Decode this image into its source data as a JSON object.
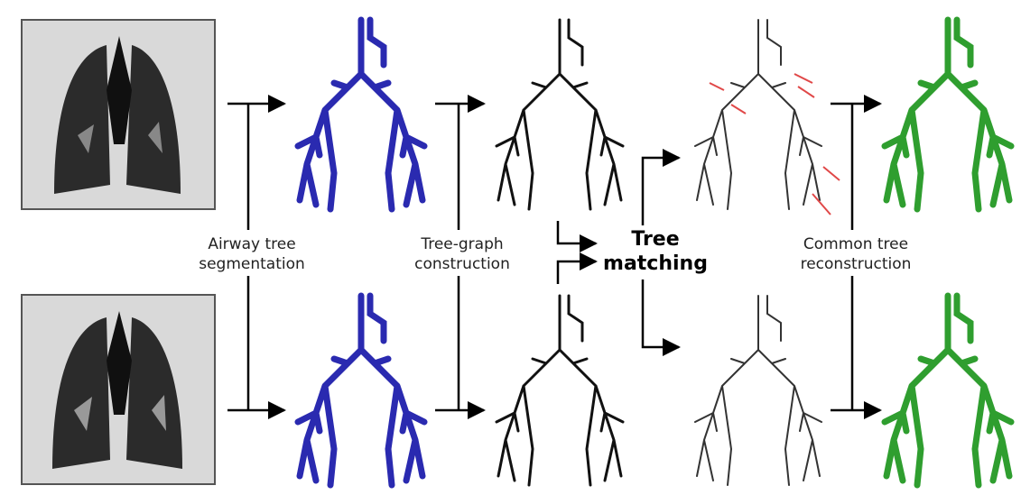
{
  "banner": {
    "fragment_text": "",
    "link_text": ""
  },
  "labels": {
    "segmentation_line1": "Airway tree",
    "segmentation_line2": "segmentation",
    "graph_line1": "Tree-graph",
    "graph_line2": "construction",
    "matching_line1": "Tree",
    "matching_line2": "matching",
    "common_line1": "Common tree",
    "common_line2": "reconstruction"
  },
  "colors": {
    "segmentation": "#2a2ab0",
    "graph": "#111111",
    "match_highlight": "#e04848",
    "reconstruction": "#2f9e2f",
    "ct_bg": "#d4d4d4",
    "ct_lung": "#2a2a2a"
  }
}
